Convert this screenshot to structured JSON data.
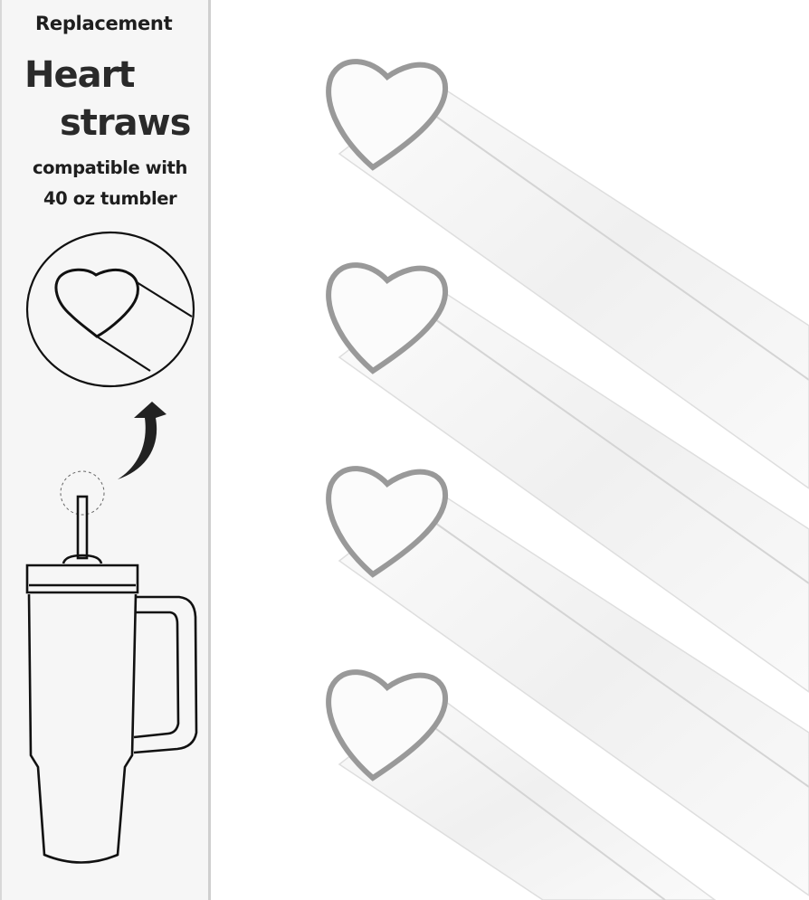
{
  "panel": {
    "line1": "Replacement",
    "line2": "Heart",
    "line3": "straws",
    "line4": "compatible with",
    "line5": "40 oz tumbler"
  },
  "illustrations": {
    "zoom_circle": "heart-straw-end-icon",
    "arrow": "curved-arrow-icon",
    "tumbler": "tumbler-with-straw-icon"
  },
  "product": {
    "straw_count": 4,
    "straw_shape": "heart",
    "colors": {
      "straw_rim": "#9a9a9a",
      "panel_bg": "#f6f6f6",
      "text": "#1e1e1e"
    }
  }
}
